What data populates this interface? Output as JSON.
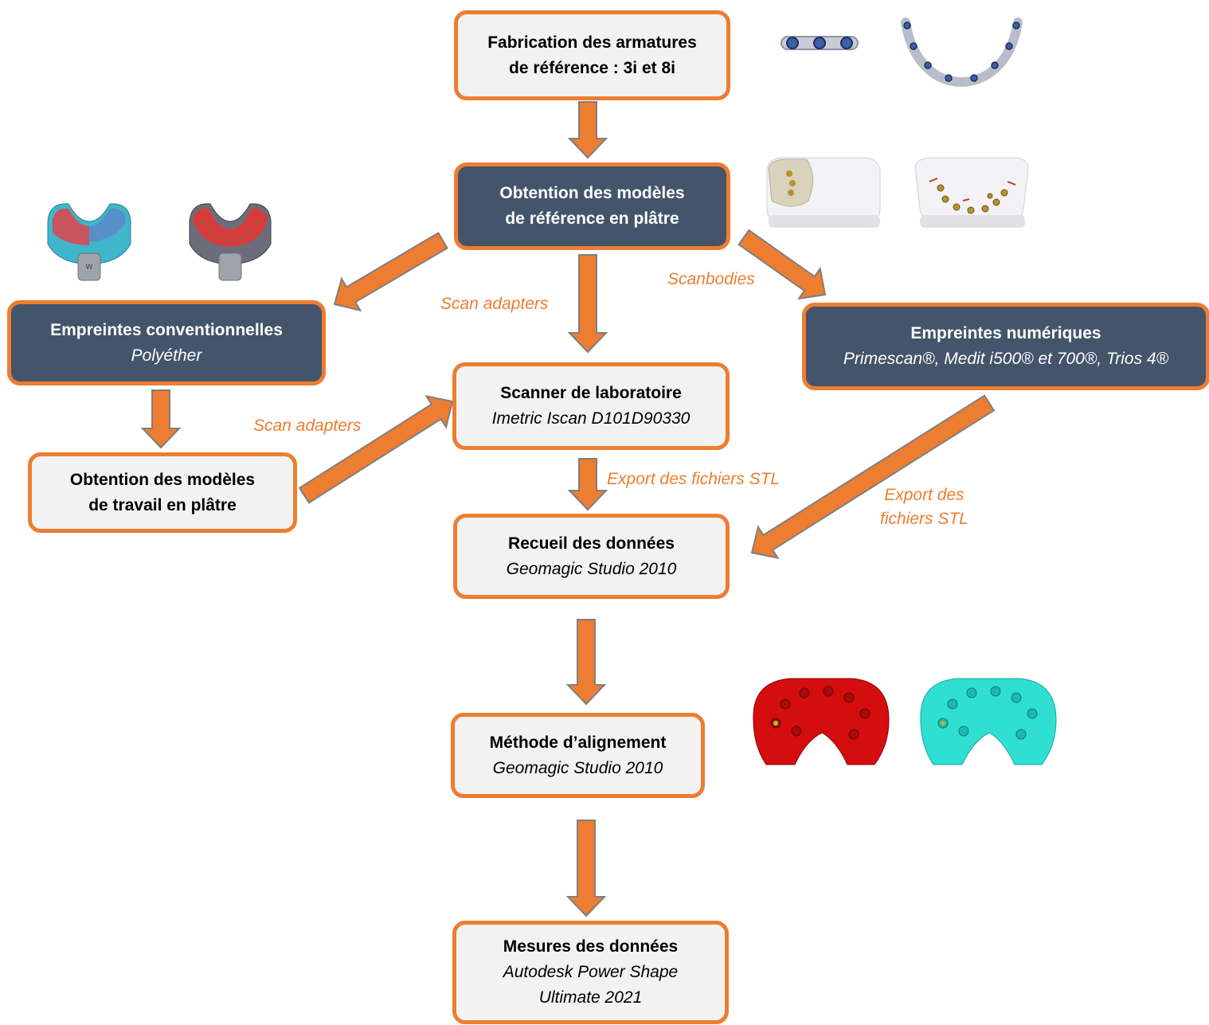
{
  "nodes": {
    "fabrication": {
      "title_1": "Fabrication des armatures",
      "title_2": "de référence : 3i et 8i"
    },
    "obtention_reference": {
      "title_1": "Obtention des modèles",
      "title_2": "de référence en plâtre"
    },
    "empreintes_conventionnelles": {
      "title": "Empreintes conventionnelles",
      "subtitle": "Polyéther"
    },
    "scanner_laboratoire": {
      "title": "Scanner de laboratoire",
      "subtitle": "Imetric Iscan D101D90330"
    },
    "empreintes_numeriques": {
      "title": "Empreintes numériques",
      "subtitle": "Primescan®, Medit i500® et 700®, Trios 4®"
    },
    "obtention_travail": {
      "title_1": "Obtention des modèles",
      "title_2": "de travail en plâtre"
    },
    "recueil": {
      "title": "Recueil des données",
      "subtitle": "Geomagic Studio 2010"
    },
    "alignement": {
      "title": "Méthode d’alignement",
      "subtitle": "Geomagic Studio 2010"
    },
    "mesures": {
      "title": "Mesures des données",
      "subtitle_1": "Autodesk Power Shape",
      "subtitle_2": "Ultimate 2021"
    }
  },
  "edge_labels": {
    "scan_adapters_center": "Scan adapters",
    "scanbodies": "Scanbodies",
    "scan_adapters_left": "Scan adapters",
    "export_stl_center": "Export des fichiers STL",
    "export_stl_right_1": "Export des",
    "export_stl_right_2": "fichiers STL"
  },
  "colors": {
    "accent_orange": "#ED7D31",
    "dark_box": "#44546A",
    "light_box": "#F2F2F2",
    "arrow_outline": "#7F7F7F",
    "model_red": "#D40E0E",
    "model_cyan": "#2FE0D2"
  }
}
